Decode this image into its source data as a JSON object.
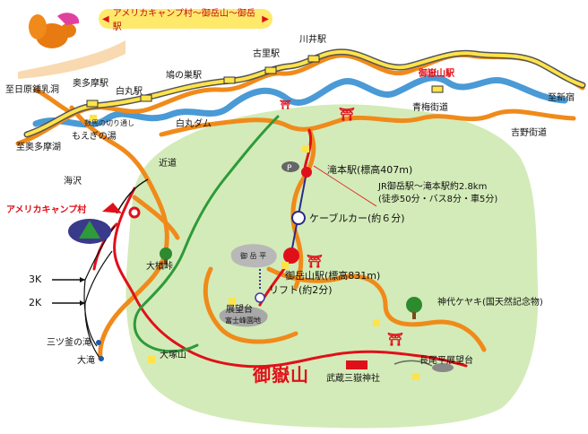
{
  "title": {
    "text": "アメリカキャンプ村〜御岳山〜御岳駅",
    "left_arrow": "◀",
    "right_arrow": "▶"
  },
  "stations": {
    "okutama": "奥多摩駅",
    "shiromaru": "白丸駅",
    "hatonosu": "鳩の巣駅",
    "kori": "古里駅",
    "kawai": "川井駅",
    "mitakesan_eki": "御嶽山駅"
  },
  "directions": {
    "nippara": "至日原鍾乳洞",
    "okutamako": "至奥多摩湖",
    "shinjuku": "至新宿"
  },
  "roads": {
    "ome_kaido": "青梅街道",
    "yoshino_kaido": "吉野街道"
  },
  "places": {
    "moegi": "もえぎの湯",
    "shiromaru_dam": "白丸ダム",
    "kaizawa": "海沢",
    "shortcut": "近道",
    "camp": "アメリカキャンプ村",
    "onaragi": "大楢峠",
    "mitsukama": "三ツ釜の滝",
    "otaki": "大滝",
    "otsukayama": "大塚山",
    "tenbodai": "展望台",
    "fujimine": "富士峰園地",
    "mitake_taira": "御 岳 平",
    "mitake_mountain": "御嶽山",
    "musashi_shrine": "武蔵三嶽神社",
    "nagaodaira": "長尾平展望台",
    "keyaki": "神代ケヤキ(国天然記念物)",
    "sign_small": "数馬の切り通し"
  },
  "cable": {
    "takimoto": "滝本駅(標高407m)",
    "info_line1": "JR御岳駅〜滝本駅約2.8km",
    "info_line2": "(徒歩50分・バス8分・車5分)",
    "cablecar": "ケーブルカー(約６分)",
    "mitakesan_cable": "御岳山駅(標高831m)",
    "lift": "リフト(約2分)",
    "parking": "P"
  },
  "distances": {
    "d3k": "3K",
    "d2k": "2K"
  },
  "colors": {
    "mountain": "#d3ebb8",
    "road": "#f08a1a",
    "river": "#4a9ad6",
    "rail": "#ffe34a",
    "trail_red": "#e0101a",
    "trail_green": "#2e9a3a",
    "title_bg": "#ffe96b"
  },
  "icons": [
    "mascot-squirrel-icon",
    "tent-icon",
    "tree-icon",
    "torii-icon",
    "parking-icon",
    "station-icon",
    "toilet-icon"
  ]
}
